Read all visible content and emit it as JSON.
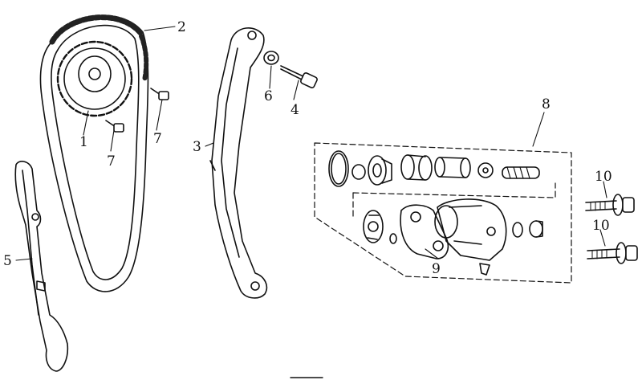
{
  "diagram": {
    "type": "exploded-parts-diagram",
    "colors": {
      "ink": "#111111",
      "paper": "#ffffff"
    },
    "callouts": [
      {
        "id": "1",
        "label": "1",
        "part": "sprocket"
      },
      {
        "id": "2",
        "label": "2",
        "part": "chain"
      },
      {
        "id": "3",
        "label": "3",
        "part": "guide-rail"
      },
      {
        "id": "4",
        "label": "4",
        "part": "pivot-bolt"
      },
      {
        "id": "5",
        "label": "5",
        "part": "tensioner-slipper"
      },
      {
        "id": "6",
        "label": "6",
        "part": "washer"
      },
      {
        "id": "7a",
        "label": "7",
        "part": "small-bolt"
      },
      {
        "id": "7b",
        "label": "7",
        "part": "small-bolt"
      },
      {
        "id": "8",
        "label": "8",
        "part": "tensioner-kit"
      },
      {
        "id": "9",
        "label": "9",
        "part": "gasket"
      },
      {
        "id": "10a",
        "label": "10",
        "part": "flange-bolt"
      },
      {
        "id": "10b",
        "label": "10",
        "part": "flange-bolt"
      }
    ]
  }
}
